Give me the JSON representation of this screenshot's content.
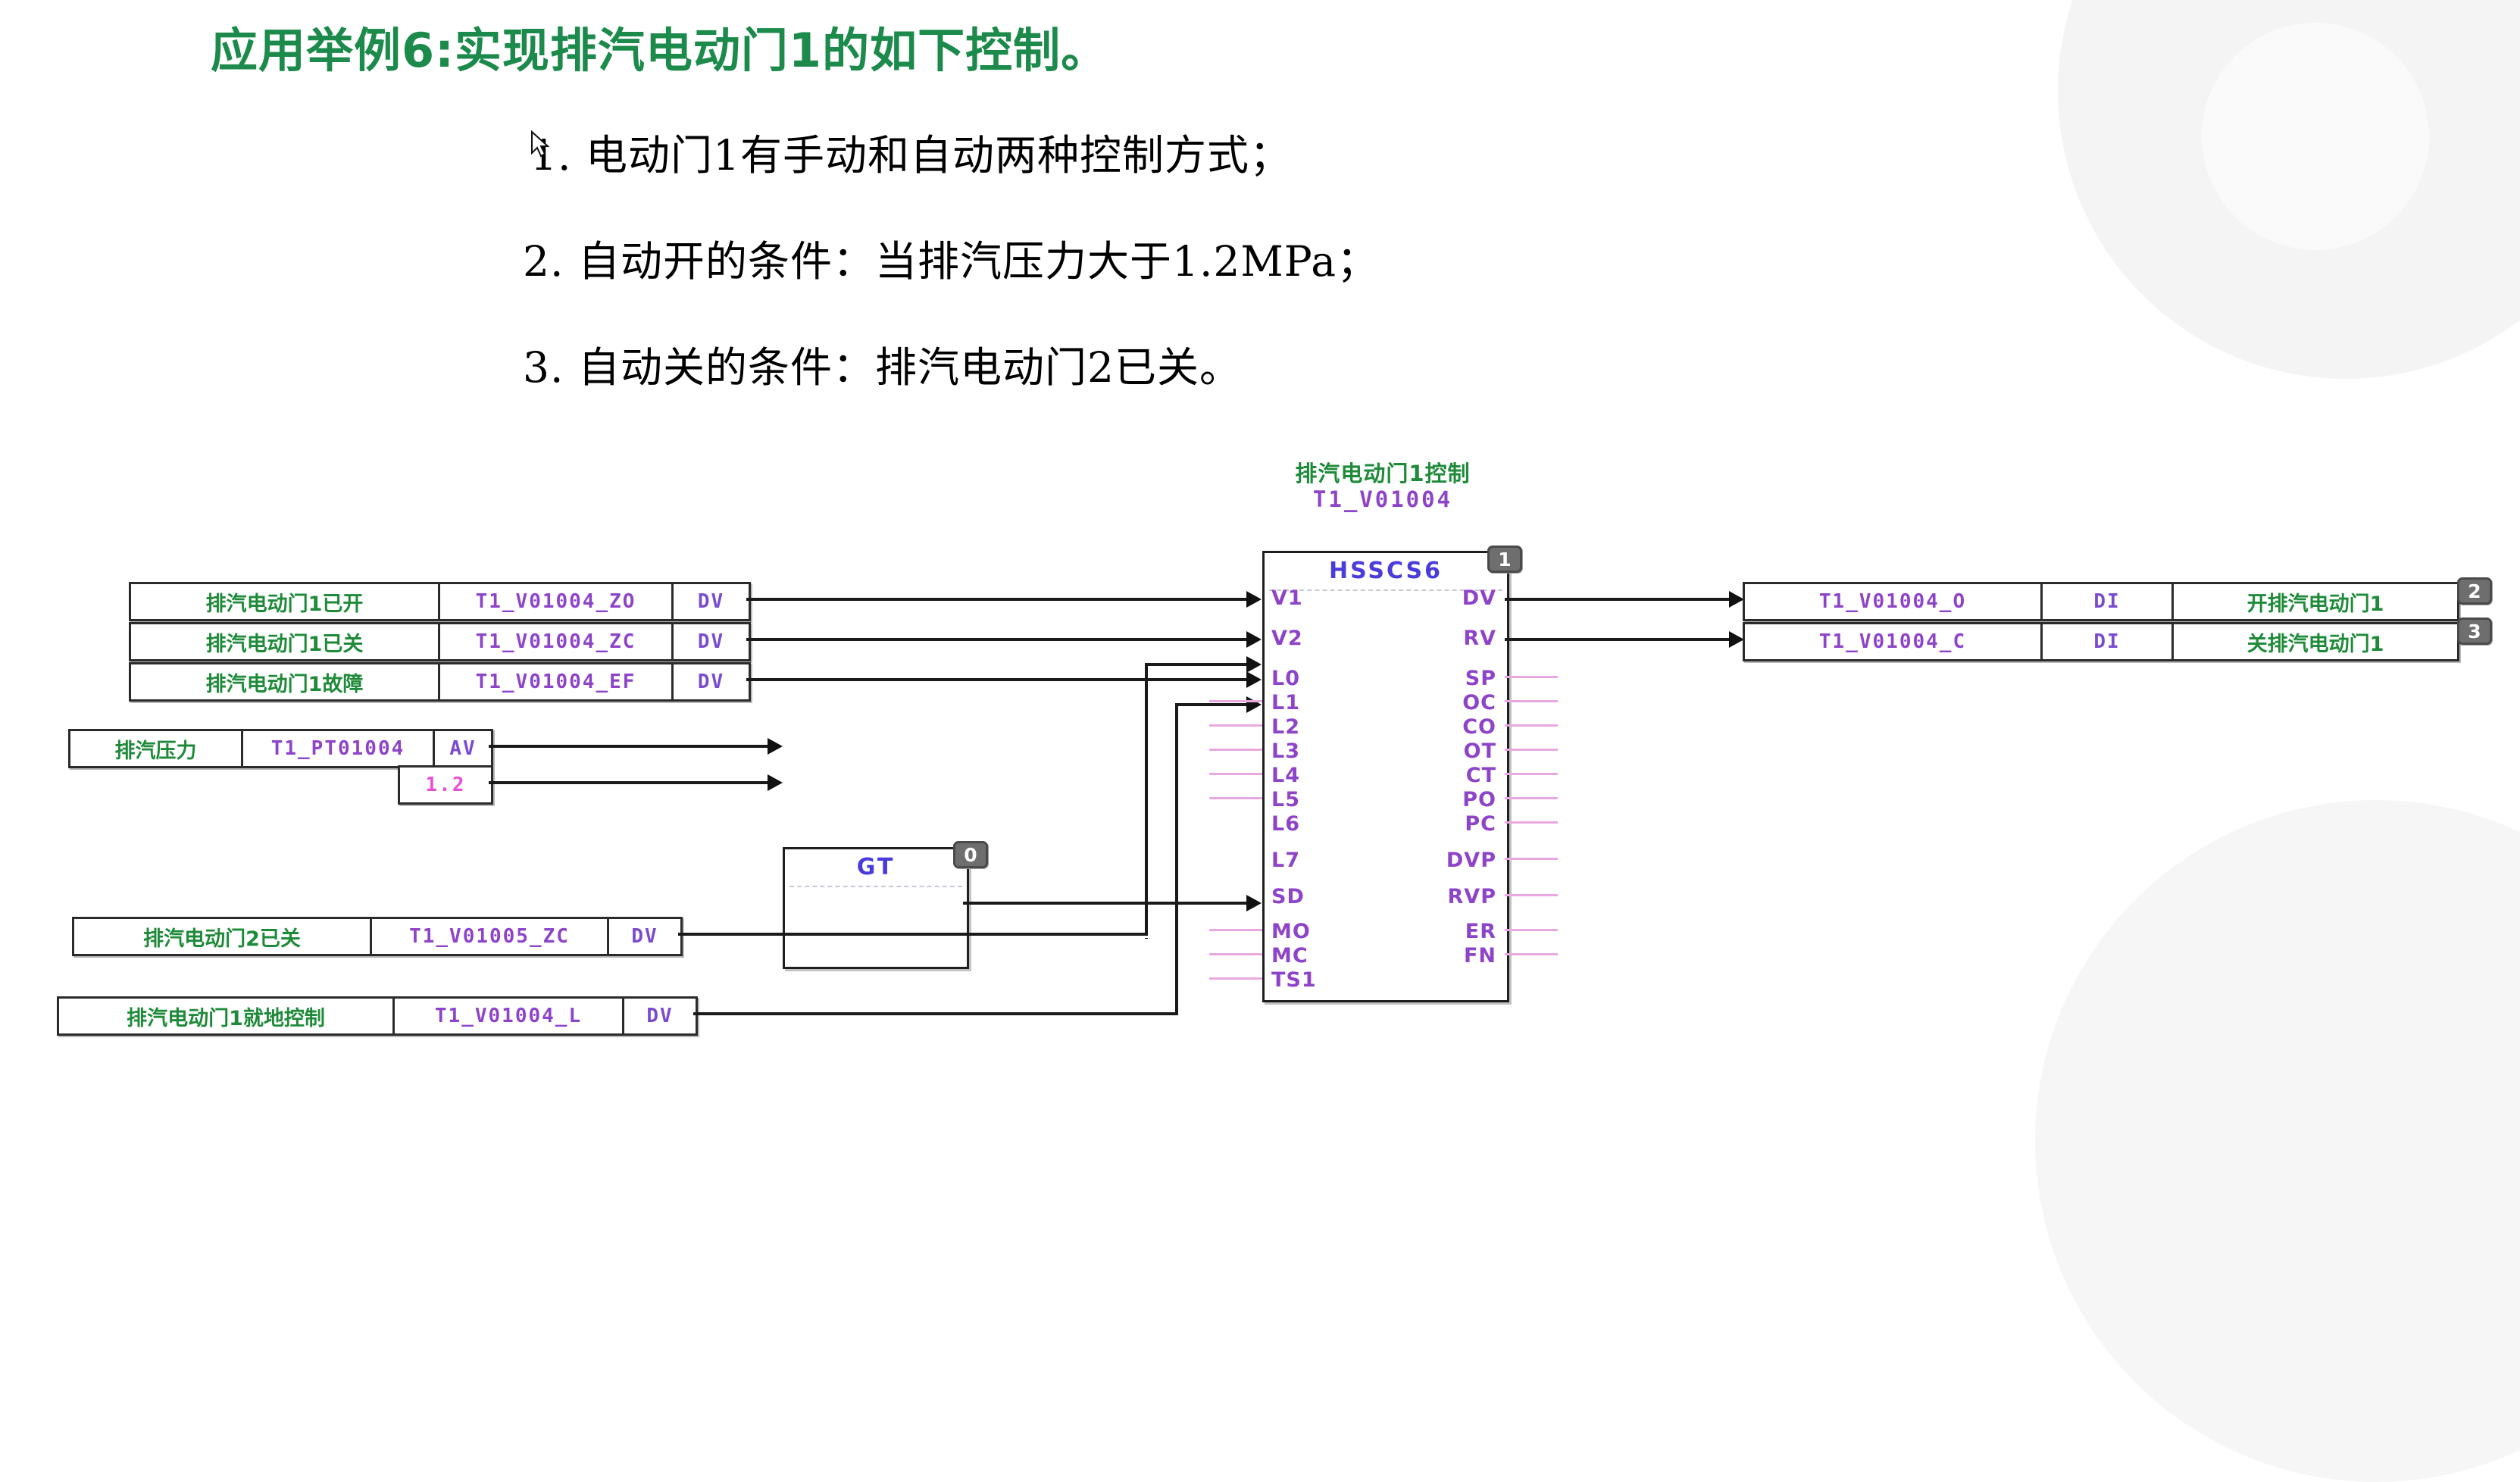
{
  "slide": {
    "title": "应用举例6:实现排汽电动门1的如下控制。",
    "title_color": "#1b8a4b",
    "bullets": [
      "1. 电动门1有手动和自动两种控制方式；",
      "2. 自动开的条件：当排汽压力大于1.2MPa；",
      "3. 自动关的条件：排汽电动门2已关。"
    ]
  },
  "diagram": {
    "main_block": {
      "comment": "排汽电动门1控制",
      "tag": "T1_V01004",
      "type": "HSSCS6",
      "badge": "1",
      "inputs": [
        "V1",
        "V2",
        "L0",
        "L1",
        "L2",
        "L3",
        "L4",
        "L5",
        "L6",
        "L7",
        "SD",
        "MO",
        "MC",
        "TS1"
      ],
      "outputs": [
        "DV",
        "RV",
        "SP",
        "OC",
        "CO",
        "OT",
        "CT",
        "PO",
        "PC",
        "DVP",
        "RVP",
        "ER",
        "FN"
      ],
      "connected_inputs": [
        "V1",
        "V2",
        "L0",
        "L6",
        "L7",
        "SD"
      ],
      "connected_outputs": [
        "DV",
        "RV"
      ]
    },
    "compare_block": {
      "type": "GT",
      "badge": "0"
    },
    "input_rows": [
      {
        "desc": "排汽电动门1已开",
        "tag": "T1_V01004_ZO",
        "type": "DV",
        "pin": "V1"
      },
      {
        "desc": "排汽电动门1已关",
        "tag": "T1_V01004_ZC",
        "type": "DV",
        "pin": "V2"
      },
      {
        "desc": "排汽电动门1故障",
        "tag": "T1_V01004_EF",
        "type": "DV",
        "pin": "L0"
      },
      {
        "desc": "排汽压力",
        "tag": "T1_PT01004",
        "type": "AV",
        "pin": "GT.in1"
      },
      {
        "desc": "排汽电动门2已关",
        "tag": "T1_V01005_ZC",
        "type": "DV",
        "pin": "L7"
      },
      {
        "desc": "排汽电动门1就地控制",
        "tag": "T1_V01004_L",
        "type": "DV",
        "pin": "SD"
      }
    ],
    "constant": {
      "value": "1.2",
      "pin": "GT.in2"
    },
    "output_rows": [
      {
        "tag": "T1_V01004_O",
        "type": "DI",
        "desc": "开排汽电动门1",
        "badge": "2",
        "pin": "DV"
      },
      {
        "tag": "T1_V01004_C",
        "type": "DI",
        "desc": "关排汽电动门1",
        "badge": "3",
        "pin": "RV"
      }
    ],
    "colors": {
      "description_text": "#1f8b3a",
      "tag_text": "#8e44c8",
      "type_text": "#7a4bd0",
      "block_type_text": "#4a3cdb",
      "constant_text": "#e84fd8",
      "unconnected_pin_stub": "#e9a9e0",
      "wire": "#1a1a1a"
    }
  }
}
